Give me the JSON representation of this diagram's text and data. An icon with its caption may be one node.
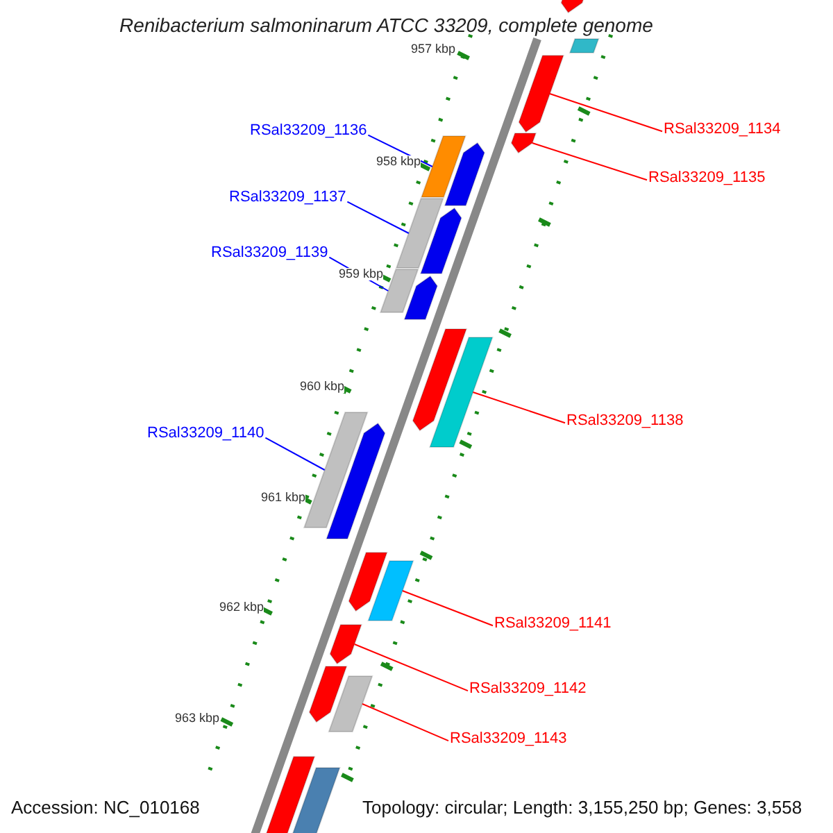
{
  "diagram": {
    "title": "Renibacterium salmoninarum ATCC 33209, complete genome",
    "nodes": [
      {
        "text": [
          "RSal33209_1134"
        ]
      },
      {
        "text": [
          "RSal33209_1136"
        ]
      },
      {
        "text": [
          "RSal33209_1135"
        ]
      },
      {
        "text": [
          "RSal33209_1137"
        ]
      },
      {
        "text": [
          "RSal33209_1139"
        ]
      },
      {
        "text": [
          "RSal33209_1138"
        ]
      },
      {
        "text": [
          "RSal33209_1140"
        ]
      },
      {
        "text": [
          "RSal33209_1141"
        ]
      },
      {
        "text": [
          "RSal33209_1142"
        ]
      },
      {
        "text": [
          "RSal33209_1143"
        ]
      },
      {
        "text": [],
        "shape": "bar"
      },
      {
        "text": [],
        "shape": "bar"
      },
      {
        "text": [],
        "shape": "bar"
      },
      {
        "text": [],
        "shape": "bar"
      },
      {
        "text": [],
        "shape": "bar"
      },
      {
        "text": [],
        "shape": "bar"
      },
      {
        "text": [],
        "shape": "bar"
      },
      {
        "text": [],
        "shape": "bar"
      },
      {
        "text": [],
        "shape": "bar"
      },
      {
        "text": [],
        "shape": "bar"
      },
      {
        "text": [],
        "shape": "bar"
      },
      {
        "text": [],
        "shape": "bar"
      },
      {
        "text": [],
        "shape": "bar"
      },
      {
        "text": [],
        "shape": "bar"
      },
      {
        "text": [],
        "shape": "bar"
      },
      {
        "text": [],
        "shape": "bar"
      },
      {
        "text": [],
        "shape": "bar"
      },
      {
        "text": [],
        "shape": "bar"
      },
      {
        "text": [],
        "shape": "bar"
      },
      {
        "text": [],
        "shape": "bar"
      },
      {
        "text": [],
        "shape": "bar"
      }
    ],
    "edges": [
      {
        "from": 0,
        "to": 10,
        "arrow": "none",
        "color": "#ff0000"
      },
      {
        "from": 1,
        "to": 11,
        "arrow": "none",
        "color": "#0000ff"
      },
      {
        "from": 2,
        "to": 12,
        "arrow": "none",
        "color": "#ff0000"
      },
      {
        "from": 3,
        "to": 13,
        "arrow": "none",
        "color": "#0000ff"
      },
      {
        "from": 4,
        "to": 14,
        "arrow": "none",
        "color": "#0000ff"
      },
      {
        "from": 5,
        "to": 15,
        "arrow": "none",
        "color": "#ff0000"
      },
      {
        "from": 6,
        "to": 16,
        "arrow": "none",
        "color": "#0000ff"
      },
      {
        "from": 7,
        "to": 17,
        "arrow": "none",
        "color": "#ff0000"
      },
      {
        "from": 8,
        "to": 18,
        "arrow": "none",
        "color": "#ff0000"
      },
      {
        "from": 9,
        "to": 19,
        "arrow": "none",
        "color": "#ff0000"
      }
    ],
    "labels": [
      "957 kbp",
      "958 kbp",
      "959 kbp",
      "960 kbp",
      "961 kbp",
      "962 kbp",
      "963 kbp",
      "Accession: NC_010168",
      "Topology: circular; Length: 3,155,250 bp; Genes: 3,558"
    ]
  }
}
